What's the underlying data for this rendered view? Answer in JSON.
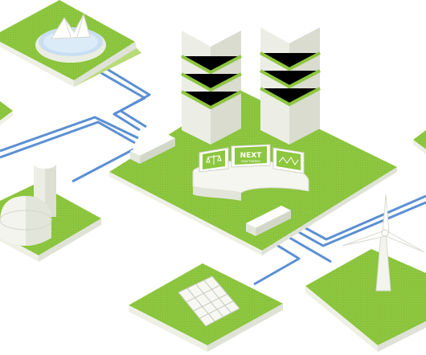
{
  "illustration": {
    "control_center": {
      "monitor_center_title": "NEXT",
      "monitor_center_subtitle": "KRAFTWERKE"
    },
    "colors": {
      "grass": "#8dc63f",
      "grass_edge": "#b9db78",
      "platform_side": "#f4f5ef",
      "pipe": "#5b8fd3",
      "building": "#f3f4ef"
    },
    "icons": [
      "fountain-tile",
      "server-towers",
      "biogas-plant",
      "control-desk",
      "solar-panel",
      "wind-turbine",
      "connector-box"
    ]
  }
}
